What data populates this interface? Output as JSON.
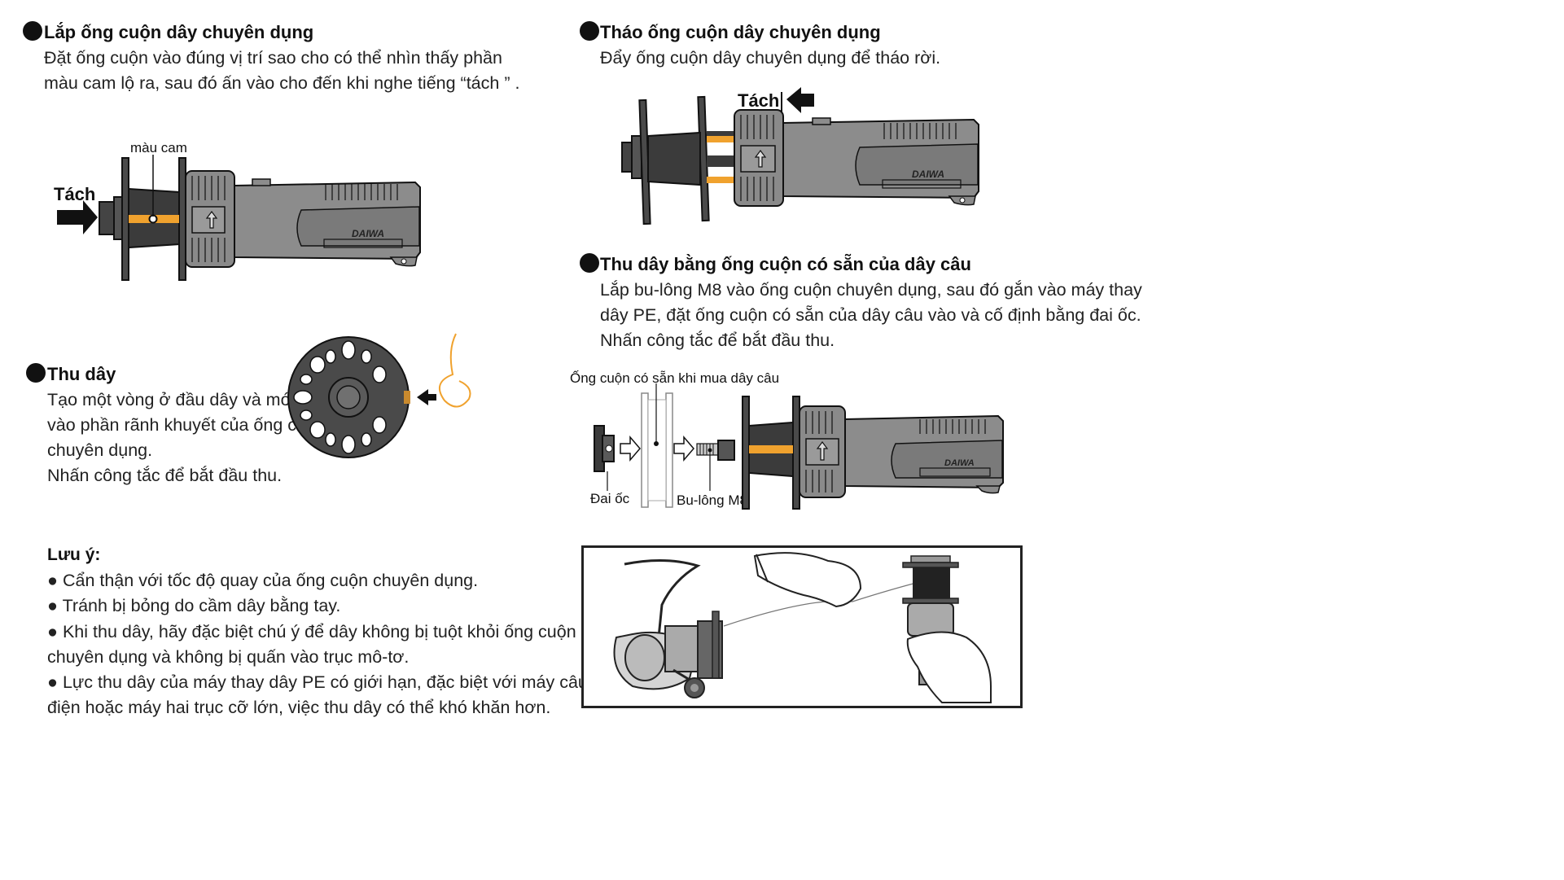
{
  "install": {
    "heading": "Lắp ống cuộn dây chuyên dụng",
    "lines": [
      "Đặt ống cuộn vào đúng vị trí sao cho có thể nhìn thấy phần",
      "màu cam lộ ra, sau đó ấn vào cho đến khi nghe tiếng “tách ”  ."
    ],
    "label_orange": "màu cam",
    "label_click": "Tách"
  },
  "remove": {
    "heading": "Tháo ống cuộn dây chuyên dụng",
    "lines": [
      "Đẩy ống cuộn dây chuyên dụng để tháo rời."
    ],
    "label_click": "Tách"
  },
  "preexisting": {
    "heading": "Thu dây bằng ống cuộn có sẵn của dây câu",
    "lines": [
      "Lắp bu-lông M8 vào ống cuộn chuyên dụng, sau đó gắn vào máy thay",
      "dây PE, đặt ống cuộn có sẵn của dây câu vào và cố định bằng đai ốc.",
      "Nhấn công tắc để bắt đầu thu."
    ],
    "label_spool": "Ống cuộn có sẵn khi mua dây câu",
    "label_nut": "Đai ốc",
    "label_bolt": "Bu-lông M8"
  },
  "winding": {
    "heading": "Thu dây",
    "lines": [
      "Tạo một vòng ở đầu dây và móc",
      "vào phần rãnh khuyết của ống cuộn",
      "chuyên dụng.",
      "Nhấn công tắc để bắt đầu thu."
    ]
  },
  "notes": {
    "heading": "Lưu ý:",
    "lines": [
      "● Cẩn thận với tốc độ quay của ống cuộn chuyên dụng.",
      "● Tránh bị bỏng do cầm dây bằng tay.",
      "● Khi thu dây, hãy đặc biệt chú ý để dây không bị tuột khỏi ống cuộn",
      "chuyên dụng và không bị quấn vào trục mô-tơ.",
      "● Lực thu dây của máy thay dây PE có giới hạn, đặc biệt với máy câu",
      "điện hoặc máy hai trục cỡ lớn, việc thu dây có thể khó khăn hơn."
    ]
  },
  "brand": "DAIWA",
  "colors": {
    "orange": "#F0A22E",
    "body_gray": "#8A8A8A",
    "dark": "#3F3F3F",
    "outline": "#1A1A1A"
  }
}
